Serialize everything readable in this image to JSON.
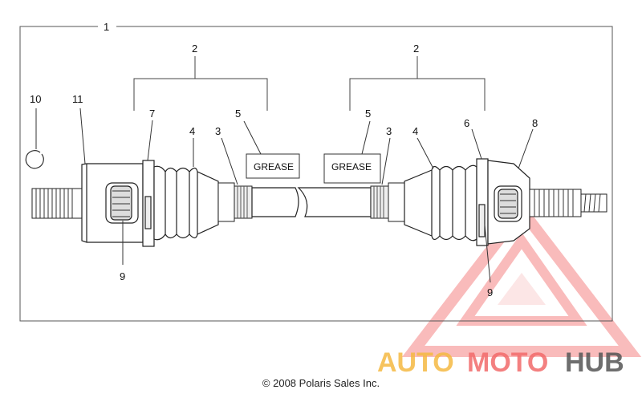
{
  "callouts": {
    "assembly": "1",
    "boot_kit_left": "2",
    "boot_kit_right": "2",
    "clamp_left": "3",
    "clamp_right": "3",
    "boot_left": "4",
    "boot_right": "4",
    "grease_left": "5",
    "grease_right": "5",
    "ring_right": "6",
    "ring_left": "7",
    "outer_cv": "8",
    "bearing_left": "9",
    "bearing_right": "9",
    "circlip": "10",
    "inner_cv": "11"
  },
  "grease_boxes": {
    "left": "GREASE",
    "right": "GREASE"
  },
  "watermark": {
    "text": [
      "AUTO",
      "MOTO",
      "HUB"
    ],
    "colors": [
      "#f5b942",
      "#f26b6b",
      "#555555"
    ]
  },
  "copyright": "© 2008 Polaris Sales Inc."
}
